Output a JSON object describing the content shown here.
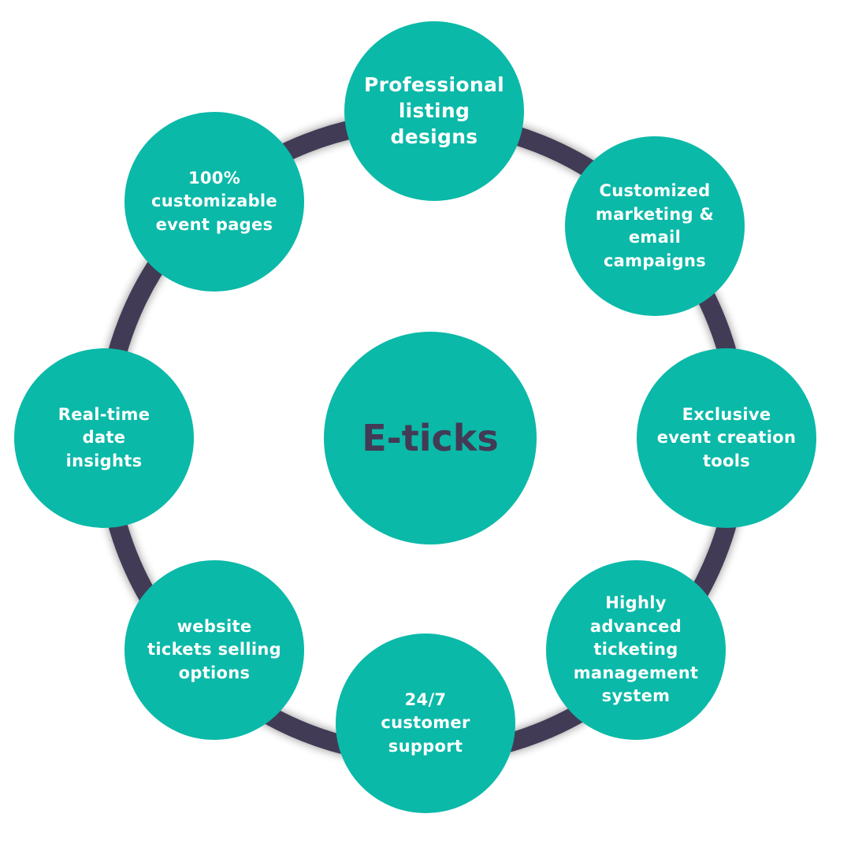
{
  "colors": {
    "teal": "#0bb9a8",
    "ring": "#433a55",
    "center_text": "#433a55",
    "bubble_text": "#ffffff"
  },
  "center": {
    "label": "E-ticks"
  },
  "nodes": [
    {
      "id": "professional-listing-designs",
      "label": "Professional\nlisting\ndesigns"
    },
    {
      "id": "customized-marketing",
      "label": "Customized\nmarketing &\nemail\ncampaigns"
    },
    {
      "id": "event-creation-tools",
      "label": "Exclusive\nevent creation\ntools"
    },
    {
      "id": "ticketing-management",
      "label": "Highly\nadvanced\nticketing\nmanagement\nsystem"
    },
    {
      "id": "customer-support",
      "label": "24/7\ncustomer\nsupport"
    },
    {
      "id": "website-tickets",
      "label": "website\ntickets selling\noptions"
    },
    {
      "id": "real-time-insights",
      "label": "Real-time\ndate\ninsights"
    },
    {
      "id": "customizable-pages",
      "label": "100%\ncustomizable\nevent pages"
    }
  ]
}
